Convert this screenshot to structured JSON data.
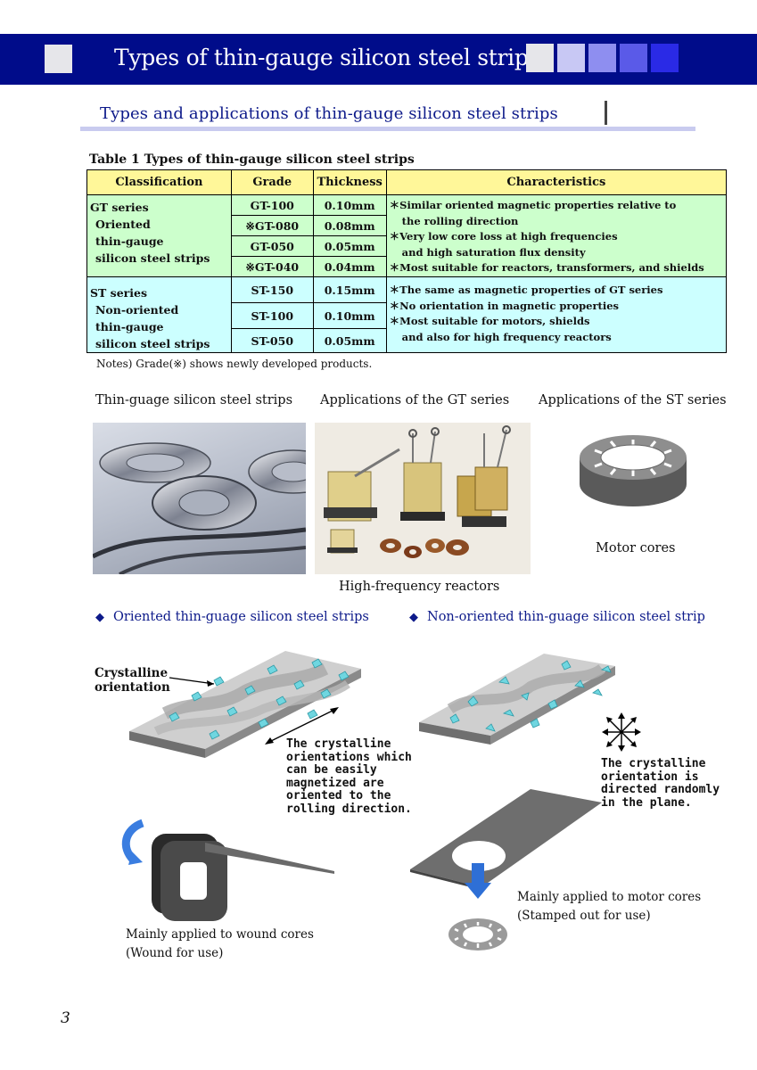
{
  "header": {
    "title": "Types of thin-gauge silicon steel strips",
    "square_colors": [
      "#e6e6ea",
      "#c8c8f4",
      "#8e8ef0",
      "#5a5ae8",
      "#2a2ae6"
    ]
  },
  "section": {
    "title": "Types and applications of thin-gauge silicon steel strips"
  },
  "table": {
    "caption": "Table 1  Types of thin-gauge silicon steel strips",
    "headers": [
      "Classification",
      "Grade",
      "Thickness",
      "Characteristics"
    ],
    "gt": {
      "classification": [
        "GT series",
        "Oriented",
        "thin-gauge",
        "silicon steel strips"
      ],
      "rows": [
        {
          "grade": "GT-100",
          "thickness": "0.10mm"
        },
        {
          "grade": "※GT-080",
          "thickness": "0.08mm"
        },
        {
          "grade": "GT-050",
          "thickness": "0.05mm"
        },
        {
          "grade": "※GT-040",
          "thickness": "0.04mm"
        }
      ],
      "characteristics": [
        "＊Similar oriented magnetic properties relative to",
        "the rolling direction",
        "＊Very low core loss at high frequencies",
        "and high saturation flux density",
        "＊Most suitable for reactors, transformers, and shields"
      ]
    },
    "st": {
      "classification": [
        "ST series",
        "Non-oriented",
        "thin-gauge",
        "silicon steel strips"
      ],
      "rows": [
        {
          "grade": "ST-150",
          "thickness": "0.15mm"
        },
        {
          "grade": "ST-100",
          "thickness": "0.10mm"
        },
        {
          "grade": "ST-050",
          "thickness": "0.05mm"
        }
      ],
      "characteristics": [
        "＊The same as magnetic properties of GT series",
        "＊No orientation in magnetic properties",
        "＊Most suitable for motors, shields",
        "and also for high frequency reactors"
      ]
    },
    "note": "Notes) Grade(※) shows newly developed products."
  },
  "images": {
    "caption_strips": "Thin-guage silicon steel strips",
    "caption_gt": "Applications of the GT series",
    "caption_st": "Applications of the ST series",
    "caption_reactors": "High-frequency reactors",
    "caption_motor": "Motor cores"
  },
  "oriented": {
    "heading": "Oriented thin-guage silicon steel strips",
    "label_orientation": [
      "Crystalline",
      "orientation"
    ],
    "note": [
      "The crystalline",
      "orientations which",
      "can be easily",
      "magnetized are",
      "oriented to the",
      "rolling direction."
    ],
    "caption": [
      "Mainly applied to wound cores",
      "(Wound for use)"
    ]
  },
  "nonoriented": {
    "heading": "Non-oriented thin-guage silicon steel strip",
    "note": [
      "The crystalline",
      "orientation is",
      "directed randomly",
      "in the plane."
    ],
    "caption": [
      "Mainly applied to motor cores",
      "(Stamped out for use)"
    ]
  },
  "page_number": "3"
}
